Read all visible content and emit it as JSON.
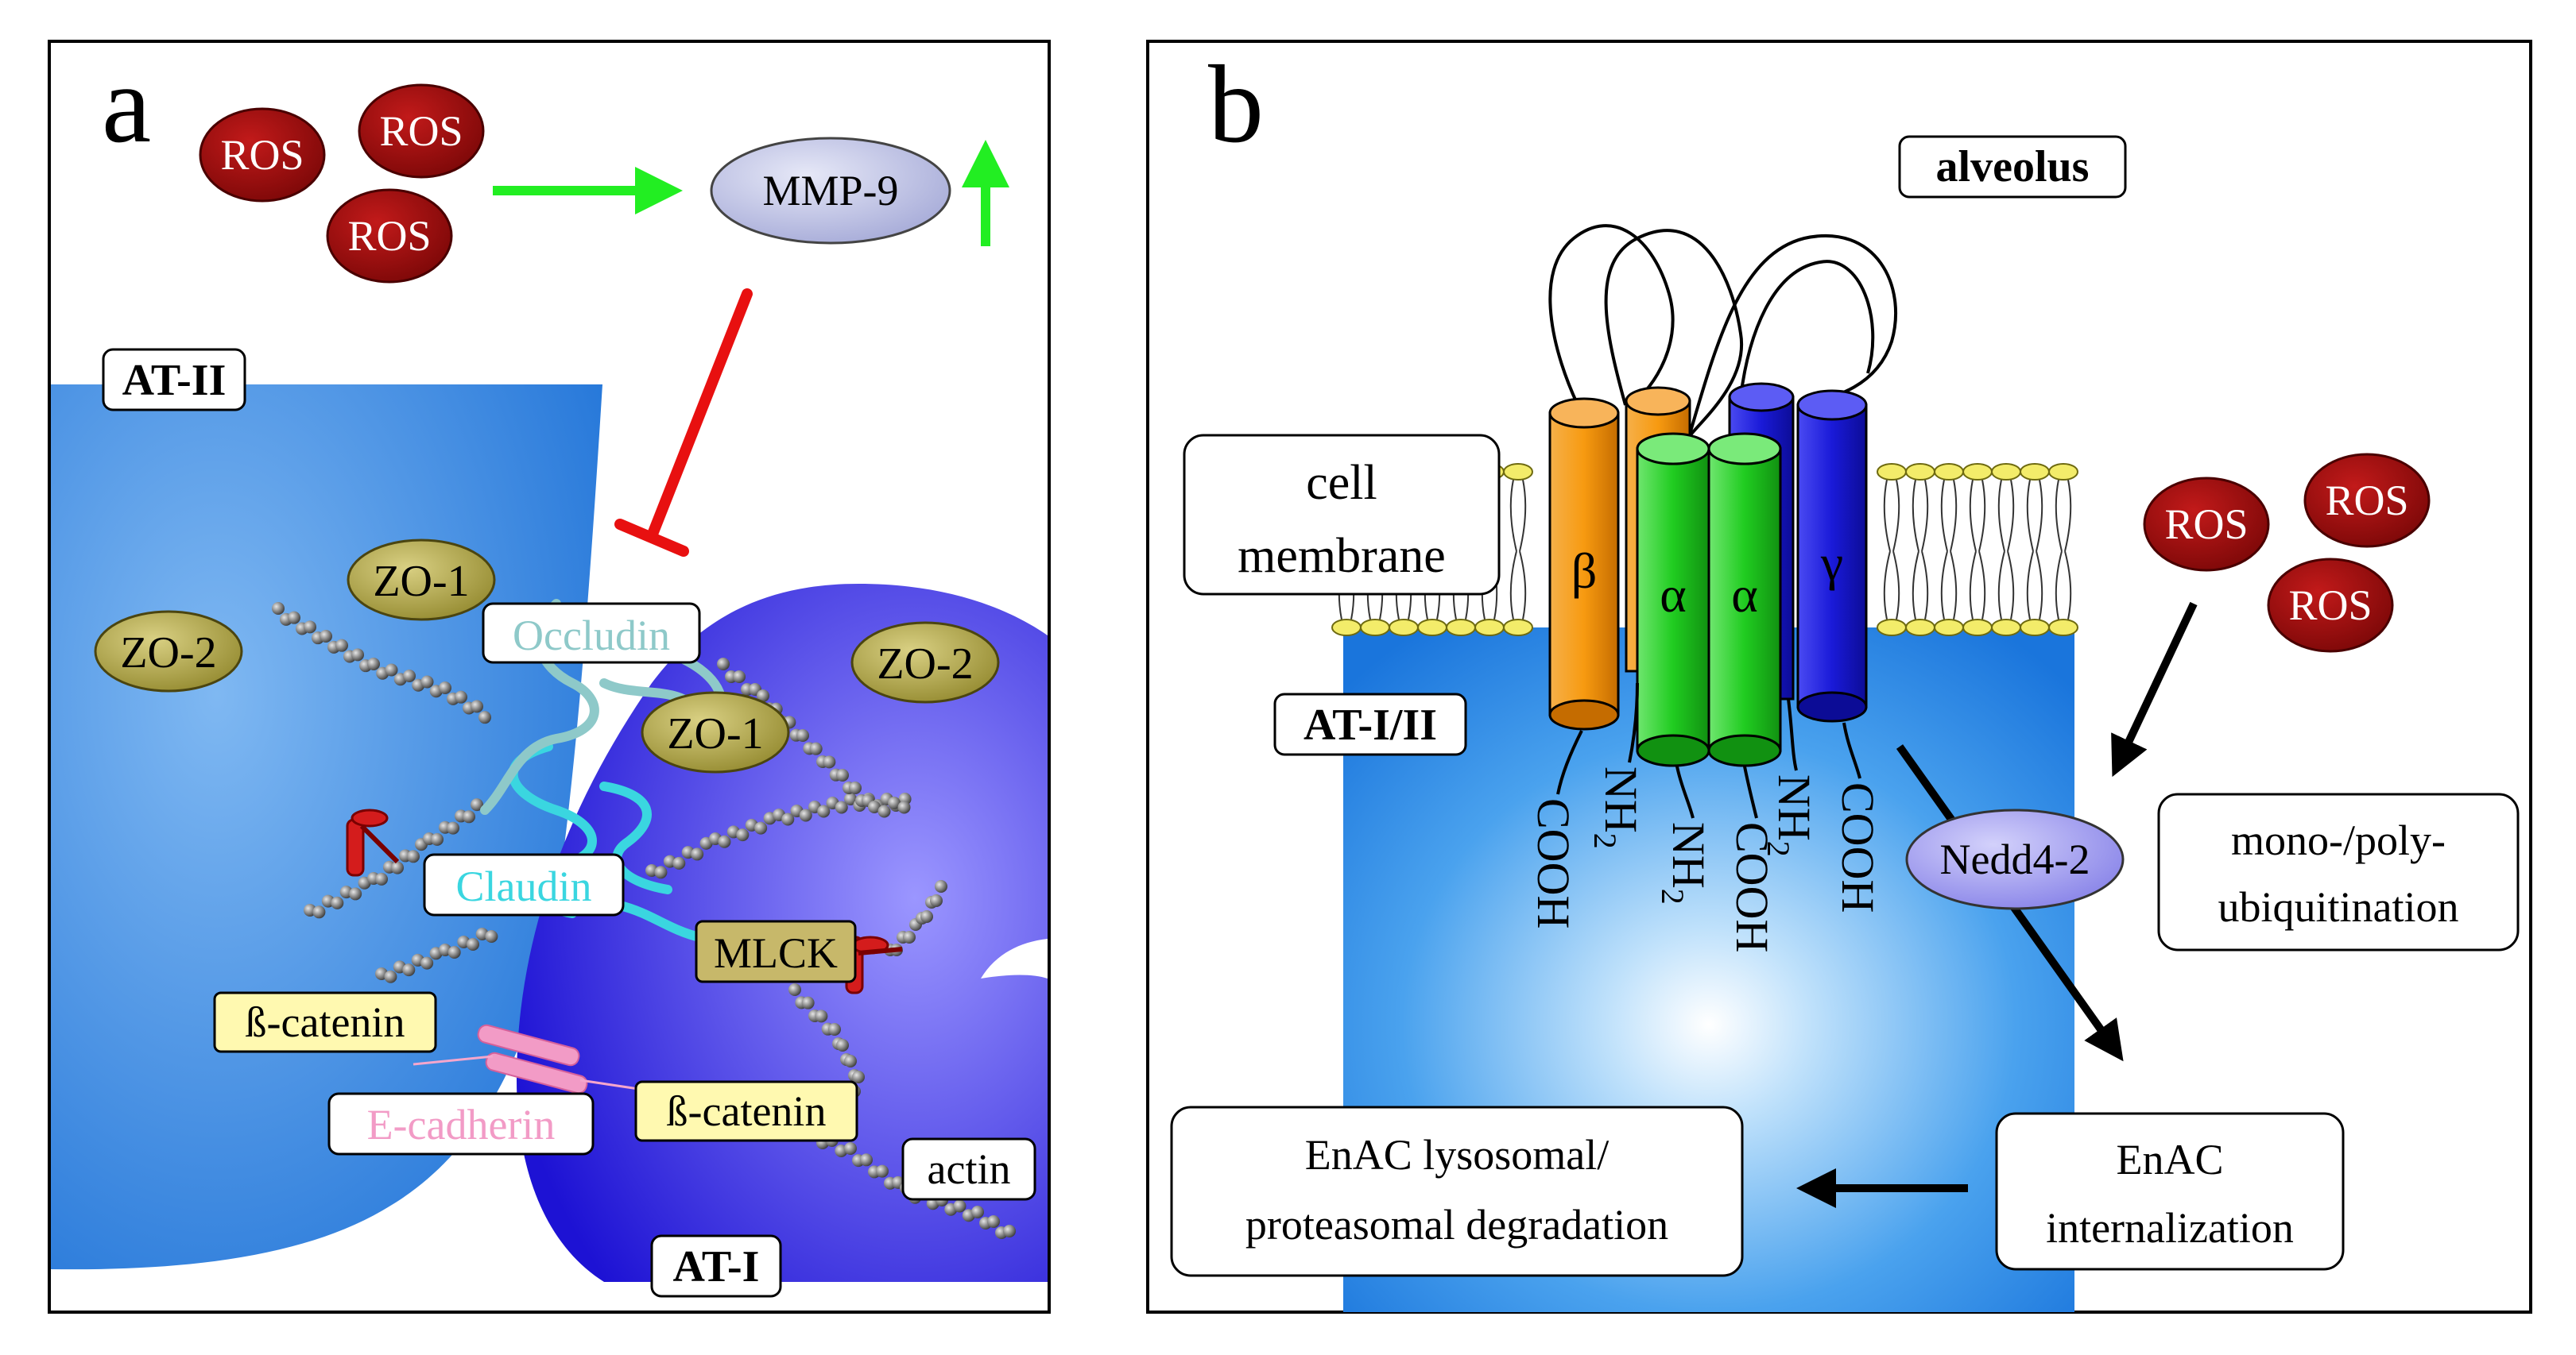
{
  "panel_a": {
    "letter": "a",
    "ros": [
      "ROS",
      "ROS",
      "ROS"
    ],
    "mmp9": "MMP-9",
    "at2": "AT-II",
    "at1": "AT-I",
    "zo1_left": "ZO-1",
    "zo2_left": "ZO-2",
    "zo1_center": "ZO-1",
    "zo2_right": "ZO-2",
    "occludin": "Occludin",
    "claudin": "Claudin",
    "mlck": "MLCK",
    "beta_catenin_left": "ß-catenin",
    "beta_catenin_right": "ß-catenin",
    "e_cadherin": "E-cadherin",
    "actin": "actin"
  },
  "panel_b": {
    "letter": "b",
    "alveolus": "alveolus",
    "cell_membrane_line1": "cell",
    "cell_membrane_line2": "membrane",
    "at12": "AT-I/II",
    "beta": "β",
    "alpha1": "α",
    "alpha2": "α",
    "gamma": "γ",
    "termini": [
      "COOH",
      "NH",
      "NH",
      "COOH",
      "NH",
      "COOH"
    ],
    "subscript2": "2",
    "ros": [
      "ROS",
      "ROS",
      "ROS"
    ],
    "nedd": "Nedd4-2",
    "ubiq_line1": "mono-/poly-",
    "ubiq_line2": "ubiquitination",
    "internal_line1": "EnAC",
    "internal_line2": "internalization",
    "degrad_line1": "EnAC lysosomal/",
    "degrad_line2": "proteasomal degradation"
  },
  "colors": {
    "ros": "#9b0e0e",
    "mmp": "#b8bde0",
    "at2_cell": "#2f86e0",
    "at1_cell": "#2a22d6",
    "beta_subunit": "#f39a1c",
    "alpha_subunit": "#29d029",
    "gamma_subunit": "#2020e0",
    "nedd": "#a4a0ee",
    "activation_arrow": "#22ee22",
    "inhibition": "#e81010",
    "occludin": "#8ec9c9",
    "claudin": "#3ad6e0",
    "zo": "#a39a2c",
    "e_cadherin": "#f29bc6",
    "catenin_box": "#fff9b0",
    "mlck_box": "#c7b86a"
  }
}
